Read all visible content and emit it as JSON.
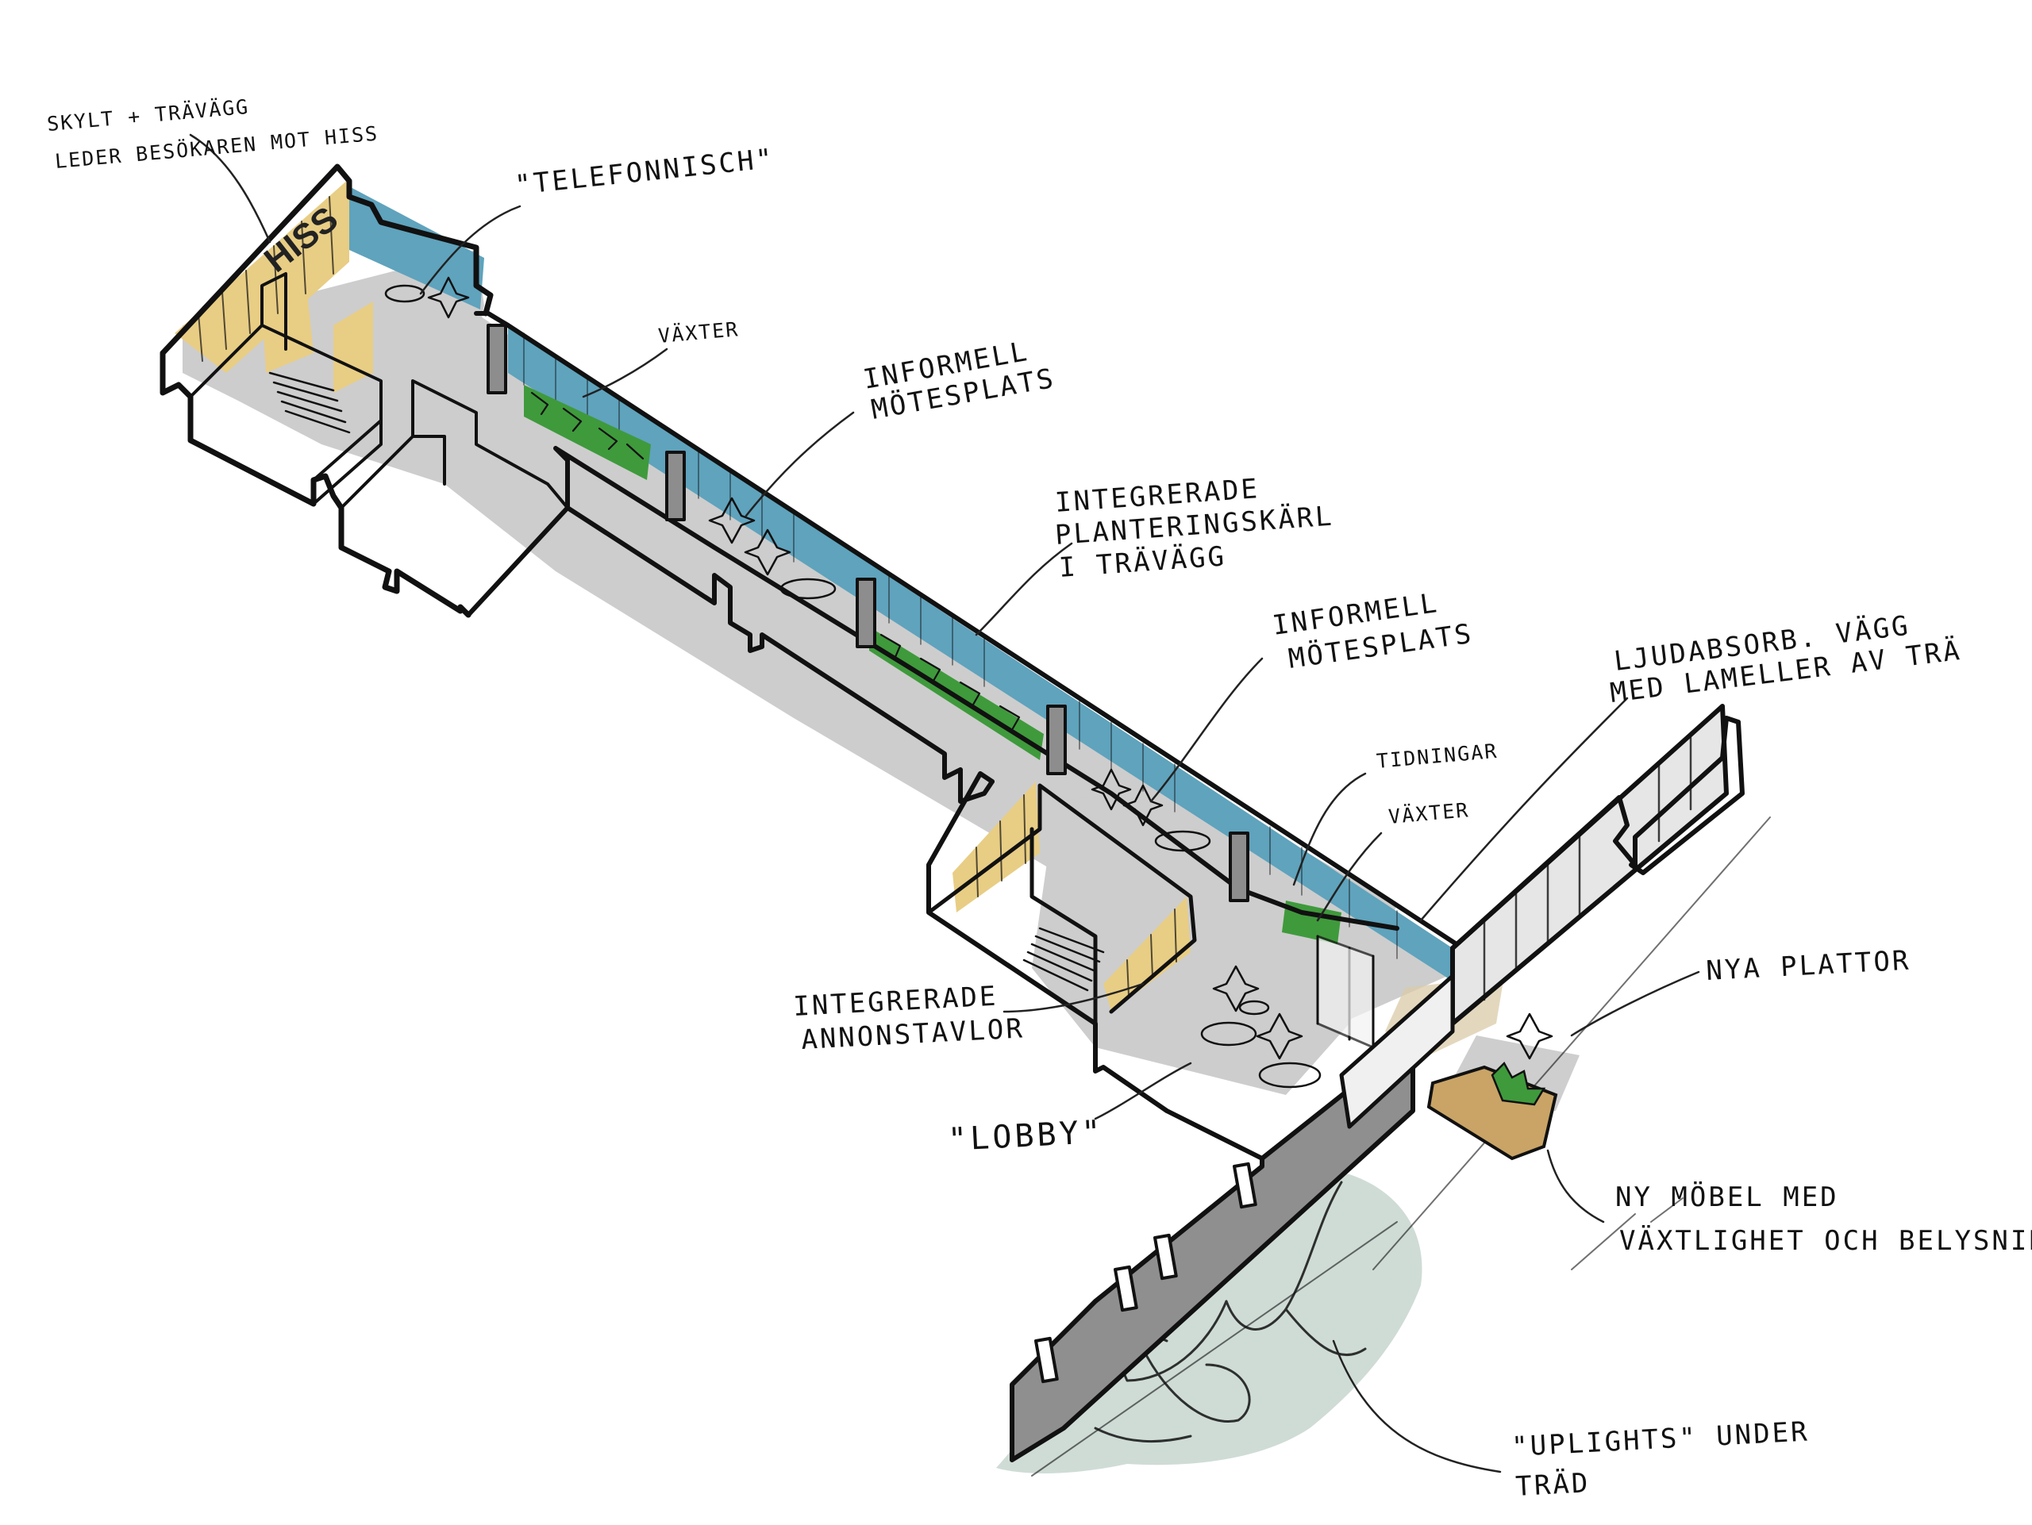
{
  "annotations": {
    "sign_line1": "SKYLT + TRÄVÄGG",
    "sign_line2": "LEDER BESÖKAREN MOT HISS",
    "telefonnisch": "\"TELEFONNISCH\"",
    "vaxter_top": "VÄXTER",
    "informell1_line1": "INFORMELL",
    "informell1_line2": "MÖTESPLATS",
    "integrerade_plant_line1": "INTEGRERADE",
    "integrerade_plant_line2": "PLANTERINGSKÄRL",
    "integrerade_plant_line3": "I TRÄVÄGG",
    "informell2_line1": "INFORMELL",
    "informell2_line2": "MÖTESPLATS",
    "ljudabsorb_line1": "LJUDABSORB. VÄGG",
    "ljudabsorb_line2": "MED LAMELLER AV TRÄ",
    "tidningar": "TIDNINGAR",
    "vaxter_mid": "VÄXTER",
    "nya_plattor": "NYA PLATTOR",
    "annonstavlor_line1": "INTEGRERADE",
    "annonstavlor_line2": "ANNONSTAVLOR",
    "lobby": "\"LOBBY\"",
    "ny_mobel_line1": "NY MÖBEL MED",
    "ny_mobel_line2": "VÄXTLIGHET OCH BELYSNING",
    "uplights_line1": "\"UPLIGHTS\" UNDER",
    "uplights_line2": "TRÄD",
    "hiss_sign": "HISS"
  },
  "colors": {
    "wood": "#e8cd84",
    "blue_wall": "#5fa3bd",
    "floor": "#cdcdcd",
    "plant": "#3f9a3c",
    "tree_canopy": "#cfdcd6",
    "facade_grey": "#8f8f8f",
    "ink": "#111111"
  }
}
